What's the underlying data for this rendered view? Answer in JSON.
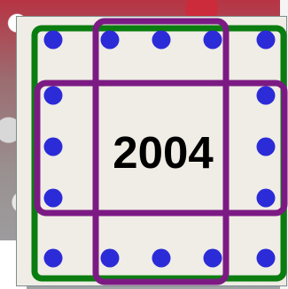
{
  "year": "2004",
  "colors": {
    "green_frame": "#0b7d10",
    "purple_frame": "#7c1a84",
    "dots": "#2c2bd8",
    "panel_bg": "#efede5"
  },
  "elements": {
    "green_frame": "green-square-outline",
    "purple_frames": [
      "purple-vertical-outline",
      "purple-horizontal-outline"
    ],
    "dot_count": 16
  }
}
